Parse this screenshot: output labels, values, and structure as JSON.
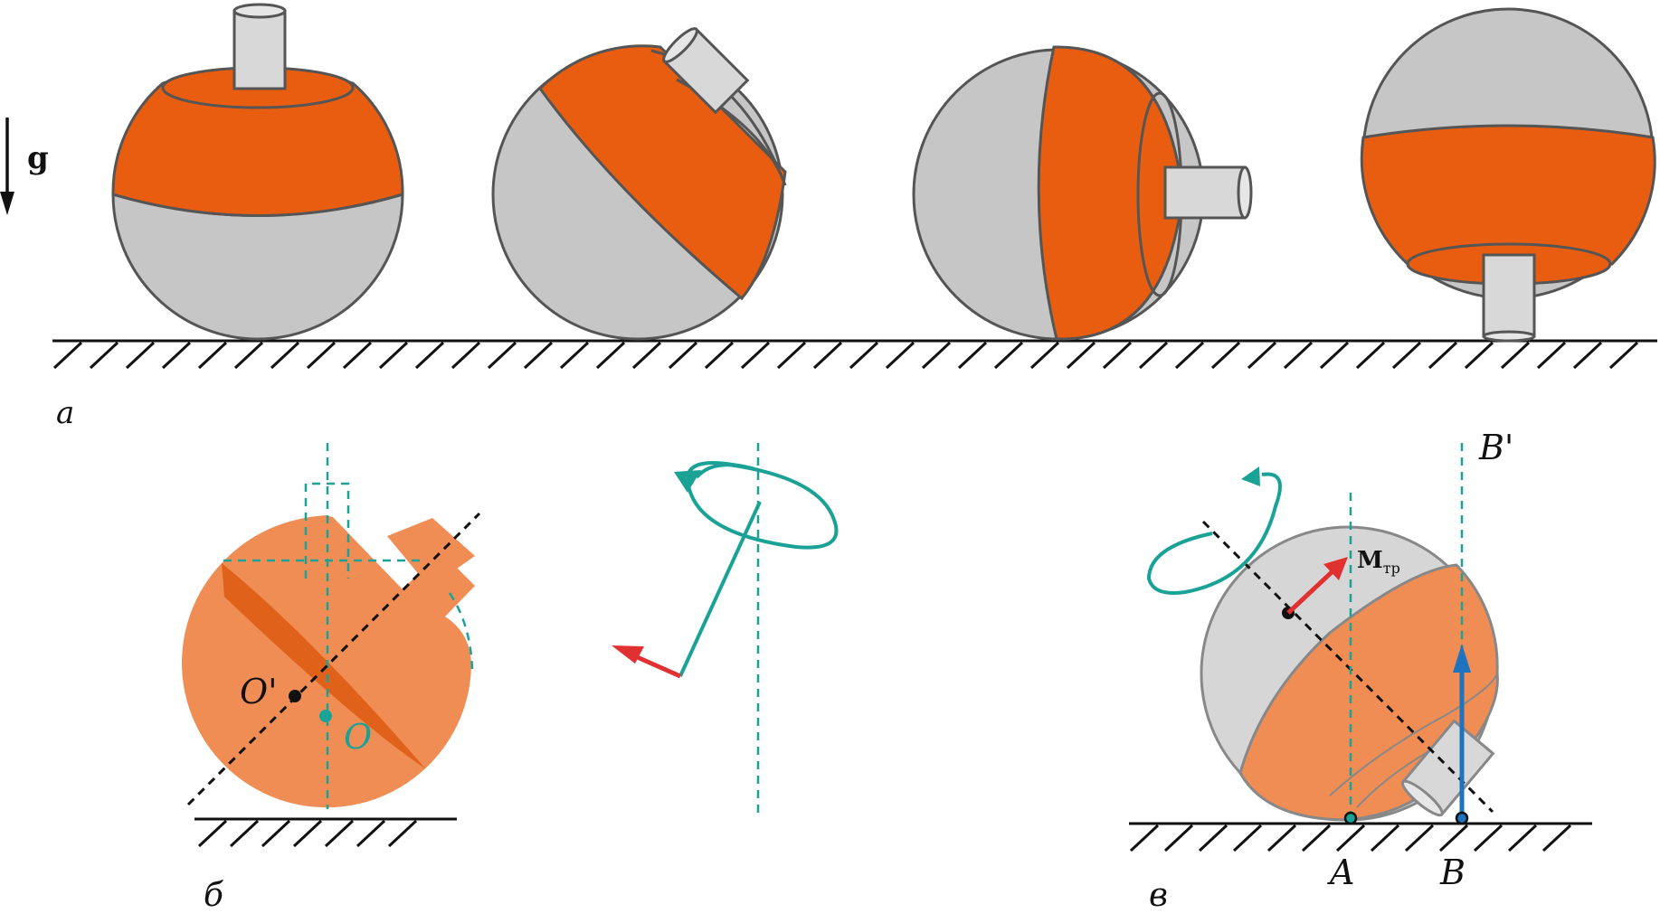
{
  "colors": {
    "orange": "#e85d10",
    "orange_light": "#ef8d55",
    "orange_dark": "#e0611a",
    "gray": "#c6c6c6",
    "gray_light": "#d6d6d6",
    "stroke": "#555555",
    "teal": "#1aa297",
    "red": "#e13030",
    "blue": "#1e73be"
  },
  "labels": {
    "gravity": "g",
    "panel_a": "а",
    "panel_b": "б",
    "panel_v": "в",
    "point_O_prime": "O'",
    "point_O": "O",
    "point_A": "A",
    "point_B": "B",
    "point_B_prime": "B'",
    "moment_main": "M",
    "moment_sub": "тр"
  }
}
